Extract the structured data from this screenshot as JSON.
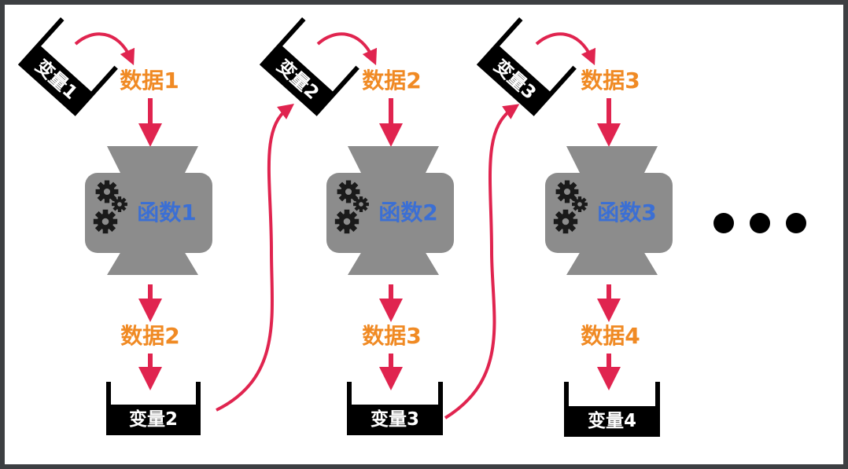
{
  "diagram": {
    "stages": [
      {
        "input_var": "变量1",
        "input_data": "数据1",
        "function": "函数1",
        "output_data": "数据2",
        "output_var": "变量2"
      },
      {
        "input_var": "变量2",
        "input_data": "数据2",
        "function": "函数2",
        "output_data": "数据3",
        "output_var": "变量3"
      },
      {
        "input_var": "变量3",
        "input_data": "数据3",
        "function": "函数3",
        "output_data": "数据4",
        "output_var": "变量4"
      }
    ],
    "continuation": "ellipsis-dots"
  },
  "colors": {
    "frame": "#3d3f42",
    "arrow": "#e0244f",
    "data_text": "#f08a24",
    "function_text": "#3b6fd4",
    "machine_body": "#8c8c8c",
    "container": "#000000"
  },
  "icons": [
    "gears-icon"
  ]
}
